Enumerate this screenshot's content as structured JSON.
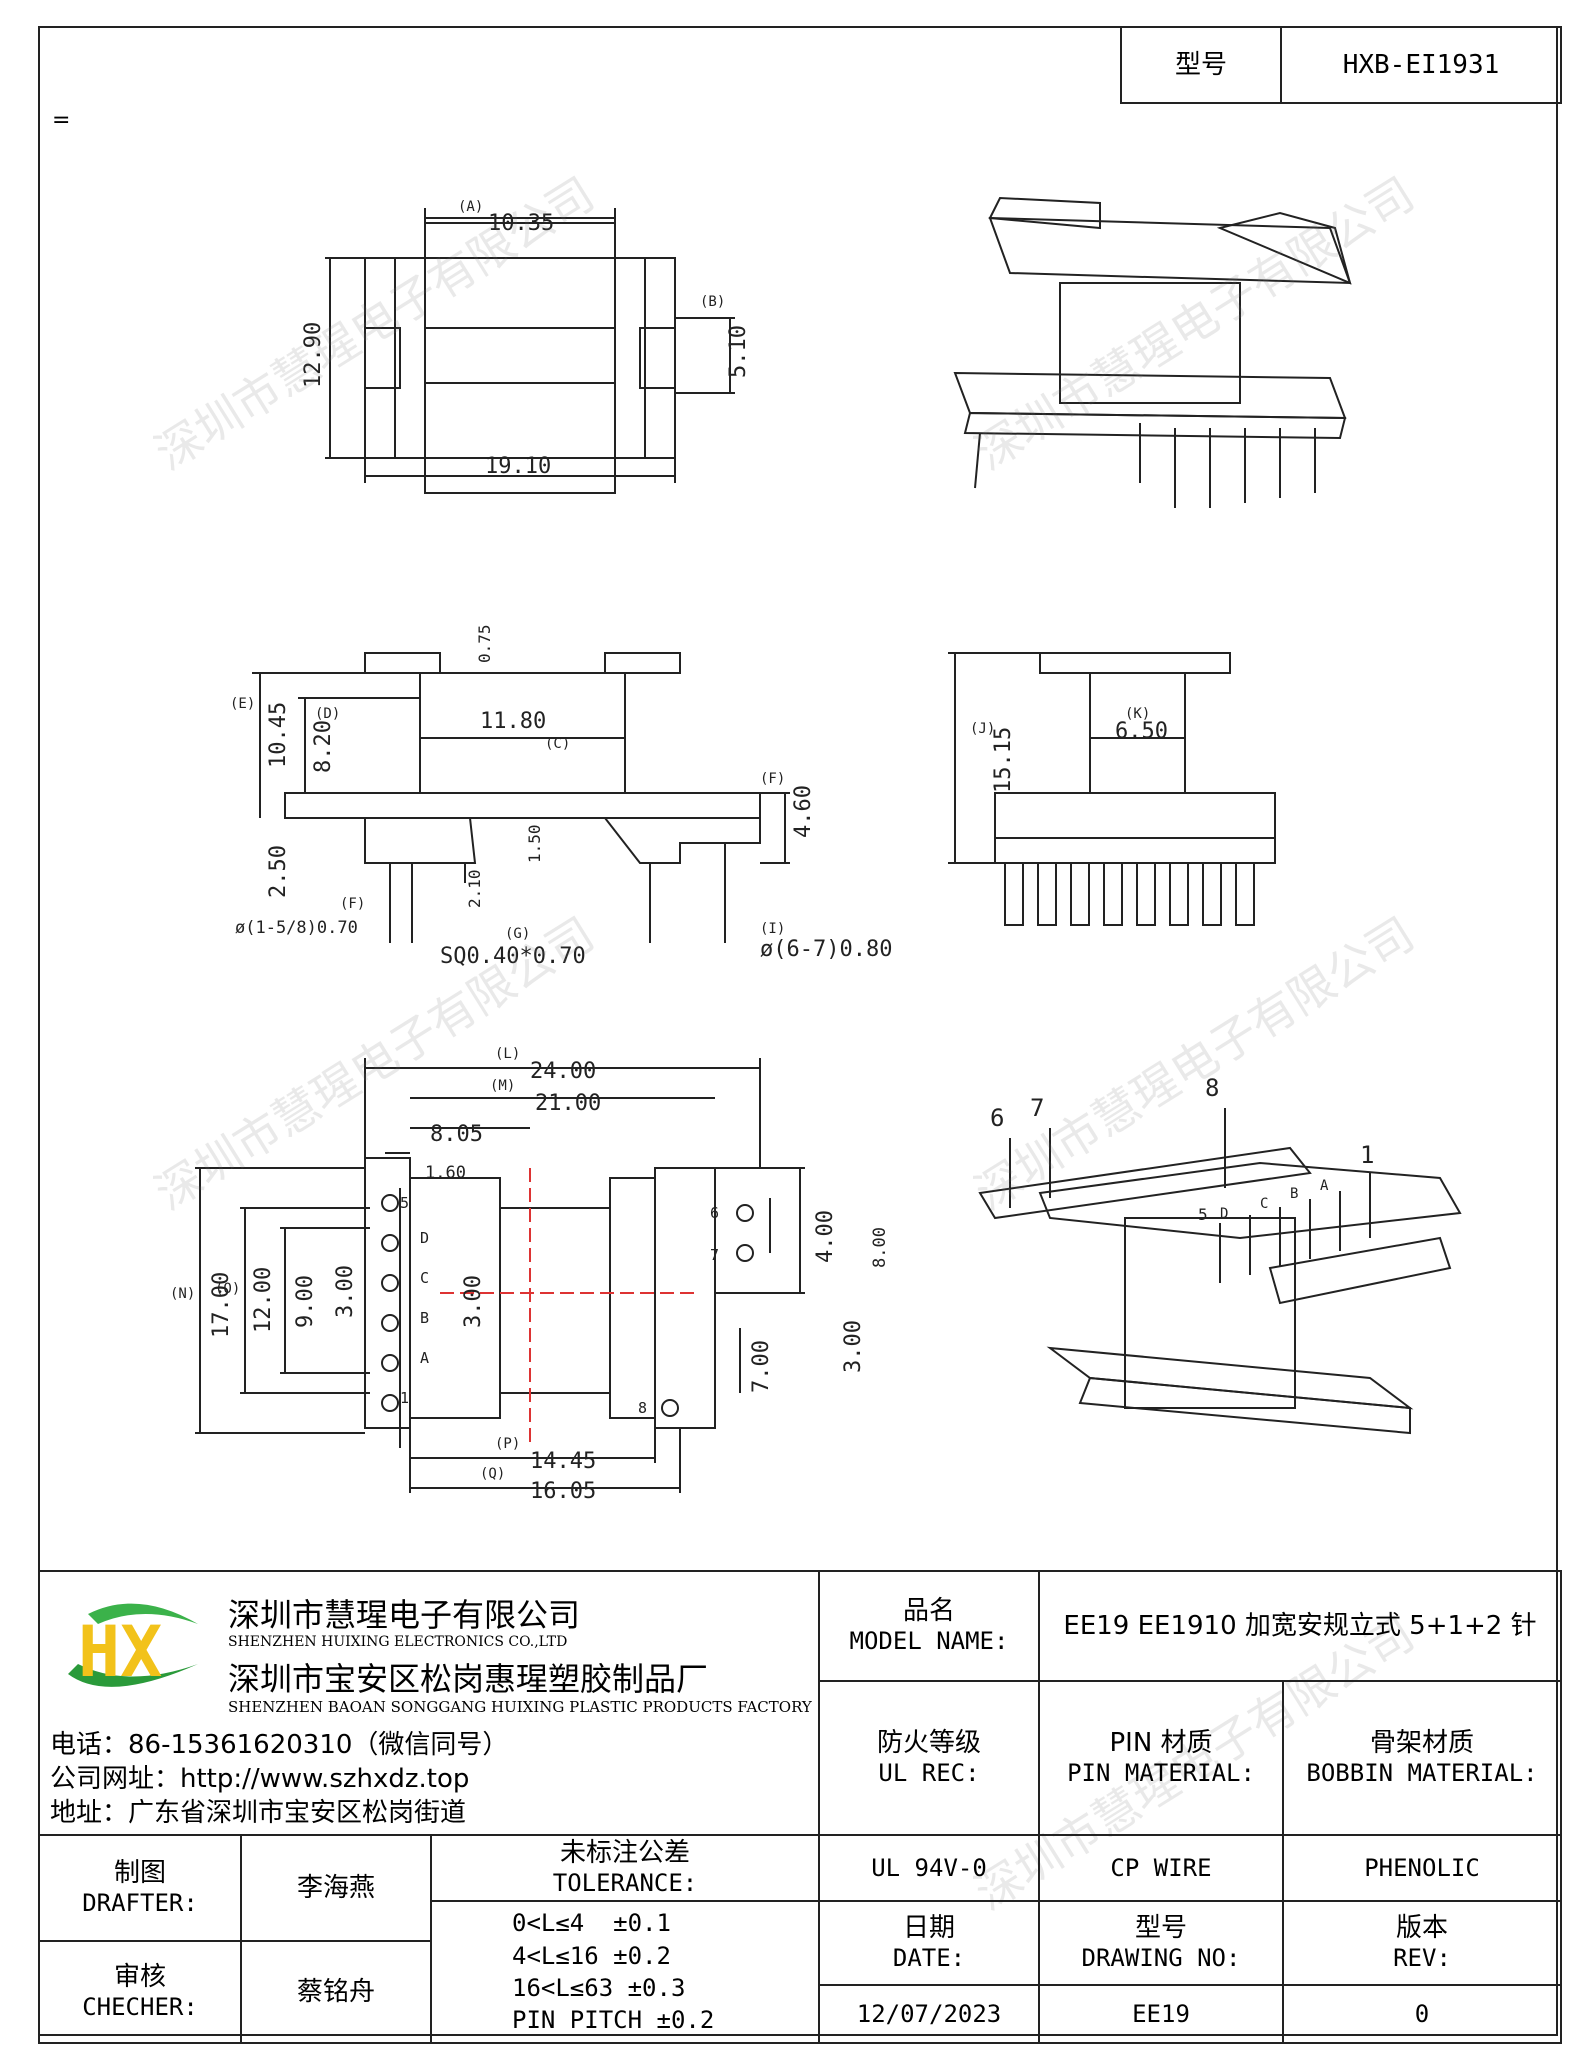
{
  "header": {
    "model_label": "型号",
    "model_value": "HXB-EI1931",
    "stray_mark": "="
  },
  "drawing": {
    "top_view": {
      "dim_A_tag": "(A)",
      "dim_A": "10.35",
      "dim_B_tag": "(B)",
      "dim_B": "5.10",
      "height": "12.90",
      "width": "19.10"
    },
    "front_view": {
      "dim_top": "0.75",
      "dim_C": "11.80",
      "dim_C_tag": "(C)",
      "dim_E_tag": "(E)",
      "dim_E": "10.45",
      "dim_D_tag": "(D)",
      "dim_D": "8.20",
      "dim_F_tag": "(F)",
      "dim_F": "4.60",
      "dim_250": "2.50",
      "dim_150": "1.50",
      "dim_210": "2.10",
      "pin_F_tag": "(F)",
      "pin_F": "ø(1-5/8)0.70",
      "pin_G_tag": "(G)",
      "pin_G": "SQ0.40*0.70",
      "pin_I_tag": "(I)",
      "pin_I": "ø(6-7)0.80"
    },
    "side_view": {
      "dim_J_tag": "(J)",
      "dim_J": "15.15",
      "dim_K_tag": "(K)",
      "dim_K": "6.50"
    },
    "bottom_view": {
      "dim_L_tag": "(L)",
      "dim_L": "24.00",
      "dim_M_tag": "(M)",
      "dim_M": "21.00",
      "dim_805": "8.05",
      "dim_160": "1.60",
      "dim_N_tag": "(N)",
      "dim_N": "17.00",
      "dim_O_tag": "(O)",
      "dim_O": "12.00",
      "dim_900": "9.00",
      "dim_300a": "3.00",
      "dim_300b": "3.00",
      "dim_400": "4.00",
      "dim_800": "8.00",
      "dim_700": "7.00",
      "dim_300c": "3.00",
      "dim_P_tag": "(P)",
      "dim_P": "14.45",
      "dim_Q_tag": "(Q)",
      "dim_Q": "16.05",
      "pins_left": [
        "5",
        "D",
        "C",
        "B",
        "A",
        "1"
      ],
      "pins_right": [
        "6",
        "7",
        "8"
      ]
    },
    "iso_view_pins": {
      "p6": "6",
      "p7": "7",
      "p8": "8",
      "p1": "1",
      "p5": "5",
      "pD": "D",
      "pC": "C",
      "pB": "B",
      "pA": "A"
    }
  },
  "company": {
    "name_cn": "深圳市慧瑆电子有限公司",
    "name_en": "SHENZHEN HUIXING ELECTRONICS CO.,LTD",
    "factory_cn": "深圳市宝安区松岗惠瑆塑胶制品厂",
    "factory_en": "SHENZHEN BAOAN SONGGANG HUIXING PLASTIC PRODUCTS FACTORY",
    "phone": "电话：86-15361620310（微信同号）",
    "website": "公司网址：http://www.szhxdz.top",
    "address": "地址：广东省深圳市宝安区松岗街道",
    "logo_text": "HX",
    "watermark": "深圳市慧瑆电子有限公司"
  },
  "title_block": {
    "model_name_cn": "品名",
    "model_name_en": "MODEL NAME:",
    "model_name_value": "EE19 EE1910 加宽安规立式 5+1+2 针",
    "ul_cn": "防火等级",
    "ul_en": "UL REC:",
    "pin_cn": "PIN 材质",
    "pin_en": "PIN MATERIAL:",
    "bobbin_cn": "骨架材质",
    "bobbin_en": "BOBBIN MATERIAL:",
    "ul_value": "UL 94V-0",
    "pin_value": "CP WIRE",
    "bobbin_value": "PHENOLIC",
    "drafter_cn": "制图",
    "drafter_en": "DRAFTER:",
    "drafter_value": "李海燕",
    "checker_cn": "审核",
    "checker_en": "CHECHER:",
    "checker_value": "蔡铭舟",
    "tolerance_cn": "未标注公差",
    "tolerance_en": "TOLERANCE:",
    "tolerance_lines": [
      "0<L≤4  ±0.1",
      "4<L≤16 ±0.2",
      "16<L≤63 ±0.3",
      "PIN PITCH ±0.2"
    ],
    "date_cn": "日期",
    "date_en": "DATE:",
    "drawing_no_cn": "型号",
    "drawing_no_en": "DRAWING NO:",
    "rev_cn": "版本",
    "rev_en": "REV:",
    "date_value": "12/07/2023",
    "drawing_no_value": "EE19",
    "rev_value": "0"
  }
}
